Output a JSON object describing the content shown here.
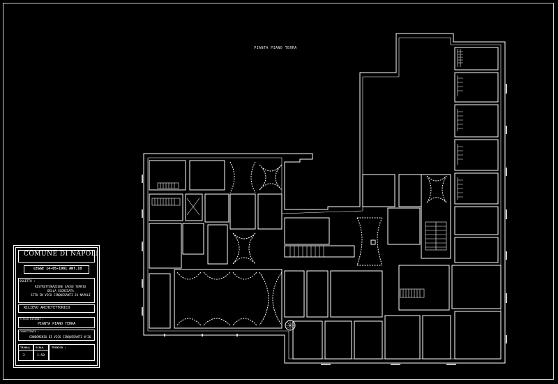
{
  "drawing": {
    "plan_title": "PIANTA PIANO TERRA"
  },
  "title_block": {
    "municipality": "COMUNE DI NAPOLI",
    "law": "LEGGE  14-05-1981  ART.10",
    "object_label": "OGGETTO :",
    "object_lines": [
      "RISTRUTTURAZIONE SACRO TEMPIO",
      "DELLA SCORZIATA",
      "SITO IN VICO CINQUESANTI  24 NAPOLI"
    ],
    "survey": "RILIEVO ARCHITETTONICO",
    "drawing_title_label": "TITOLO DISEGNI :",
    "drawing_title": "PIANTA PIANO TERRA",
    "client_label": "COMMITTENTE :",
    "client": "CONDOMINIO DI VICO CINQUESANTI N°26",
    "sheet_label": "TAVOLA",
    "scale_label": "SCALA",
    "tech_label": "TECNICO :",
    "sheet": "2",
    "scale": "1:50"
  }
}
